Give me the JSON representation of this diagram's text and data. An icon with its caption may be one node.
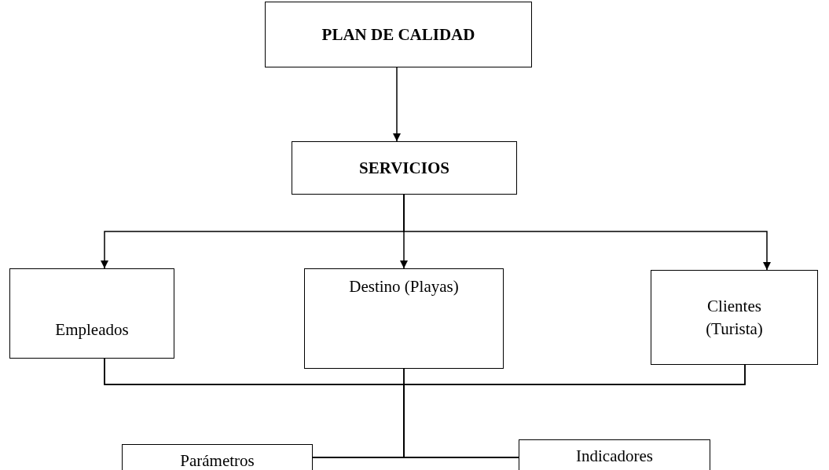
{
  "diagram": {
    "nodes": [
      {
        "text": [
          "PLAN DE CALIDAD"
        ]
      },
      {
        "text": [
          "SERVICIOS"
        ]
      },
      {
        "text": [
          "Empleados"
        ]
      },
      {
        "text": [
          "Destino (Playas)"
        ]
      },
      {
        "text": [
          "Clientes (Turista)"
        ]
      },
      {
        "text": [
          "Parámetros"
        ]
      },
      {
        "text": [
          "Indicadores"
        ]
      }
    ],
    "edges": [
      {
        "from": 0,
        "to": 1,
        "arrow": "to"
      },
      {
        "from": 1,
        "to": 2,
        "arrow": "to"
      },
      {
        "from": 1,
        "to": 3,
        "arrow": "to"
      },
      {
        "from": 1,
        "to": 4,
        "arrow": "to"
      },
      {
        "from": 2,
        "to": 5,
        "arrow": "none"
      },
      {
        "from": 2,
        "to": 6,
        "arrow": "none"
      },
      {
        "from": 3,
        "to": 5,
        "arrow": "none"
      },
      {
        "from": 3,
        "to": 6,
        "arrow": "none"
      },
      {
        "from": 4,
        "to": 5,
        "arrow": "none"
      },
      {
        "from": 4,
        "to": 6,
        "arrow": "none"
      }
    ]
  }
}
